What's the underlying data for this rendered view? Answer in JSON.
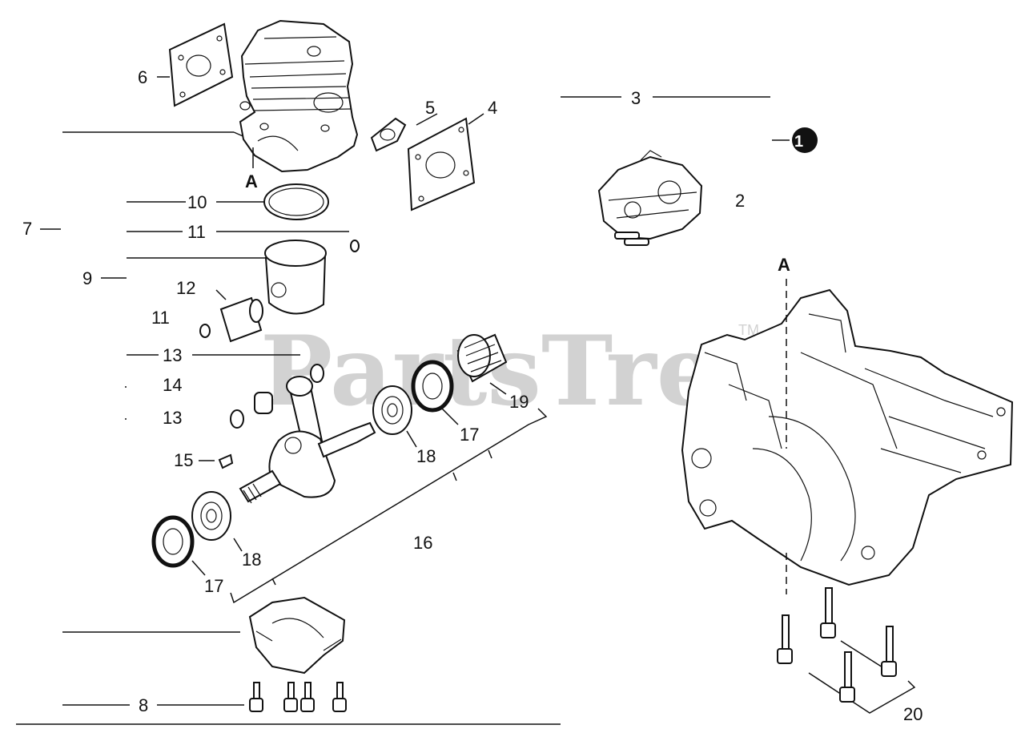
{
  "watermark": {
    "brand": "PartsTree",
    "trademark": "TM"
  },
  "callouts": {
    "c1": "1",
    "c2": "2",
    "c3": "3",
    "c4": "4",
    "c5": "5",
    "c6": "6",
    "c7": "7",
    "c8": "8",
    "c9": "9",
    "c10": "10",
    "c11a": "11",
    "c11b": "11",
    "c12": "12",
    "c13a": "13",
    "c13b": "13",
    "c14": "14",
    "c15": "15",
    "c16": "16",
    "c17a": "17",
    "c17b": "17",
    "c18a": "18",
    "c18b": "18",
    "c19": "19",
    "c20": "20",
    "refA1": "A",
    "refA2": "A"
  }
}
